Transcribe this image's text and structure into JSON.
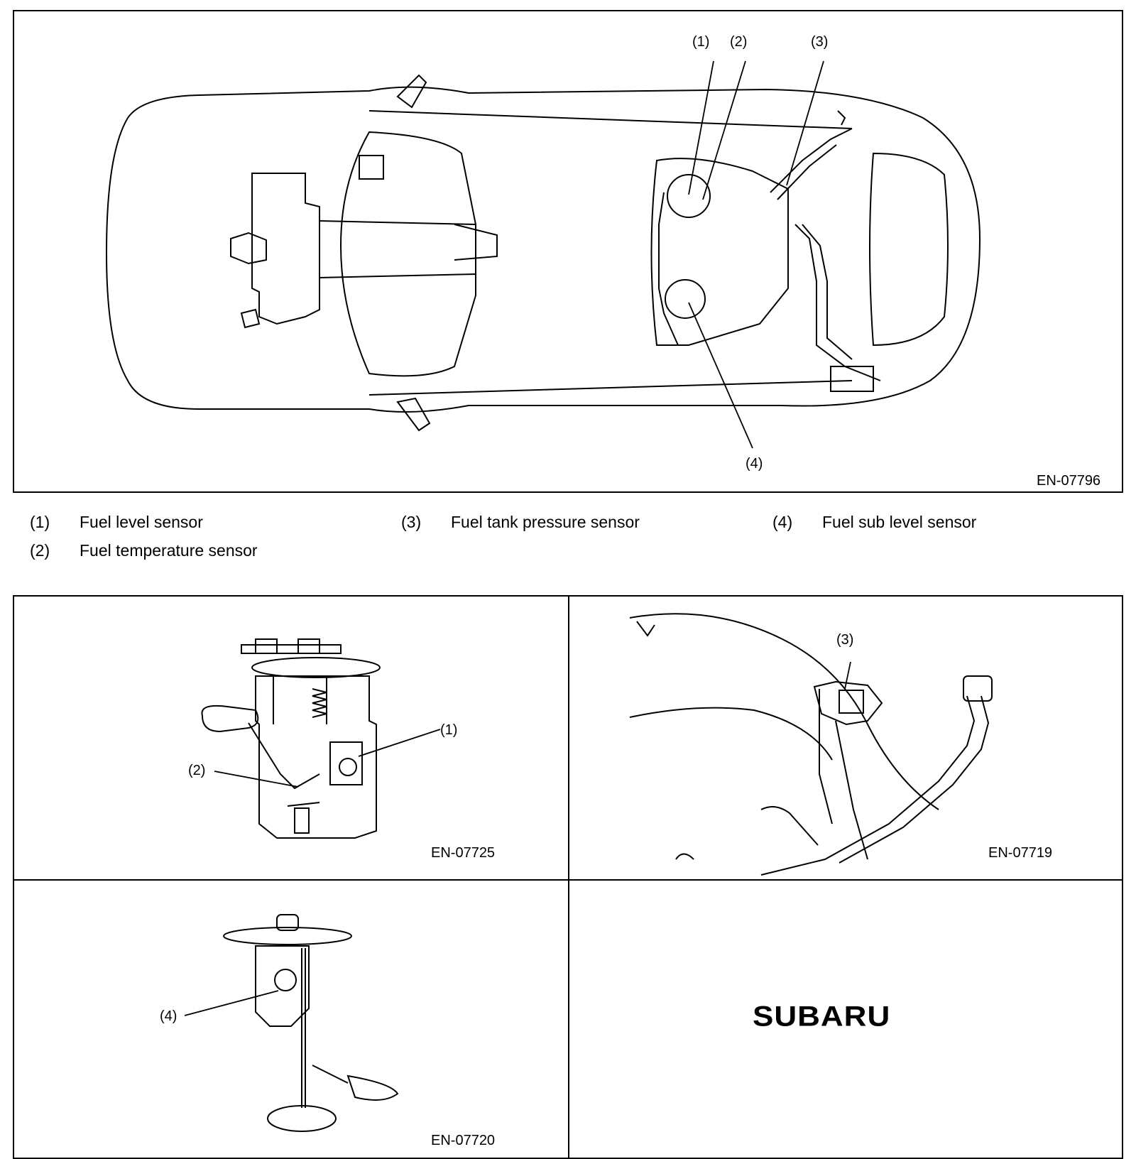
{
  "top_figure": {
    "callouts": [
      "(1)",
      "(2)",
      "(3)",
      "(4)"
    ],
    "figure_code": "EN-07796"
  },
  "legend": [
    {
      "num": "(1)",
      "label": "Fuel level sensor"
    },
    {
      "num": "(2)",
      "label": "Fuel temperature sensor"
    },
    {
      "num": "(3)",
      "label": "Fuel tank pressure sensor"
    },
    {
      "num": "(4)",
      "label": "Fuel sub level sensor"
    }
  ],
  "panels": {
    "fuel_pump": {
      "callouts": [
        "(1)",
        "(2)"
      ],
      "figure_code": "EN-07725"
    },
    "pressure_sensor": {
      "callout": "(3)",
      "figure_code": "EN-07719"
    },
    "sub_level": {
      "callout": "(4)",
      "figure_code": "EN-07720"
    },
    "logo_text": "SUBARU"
  }
}
